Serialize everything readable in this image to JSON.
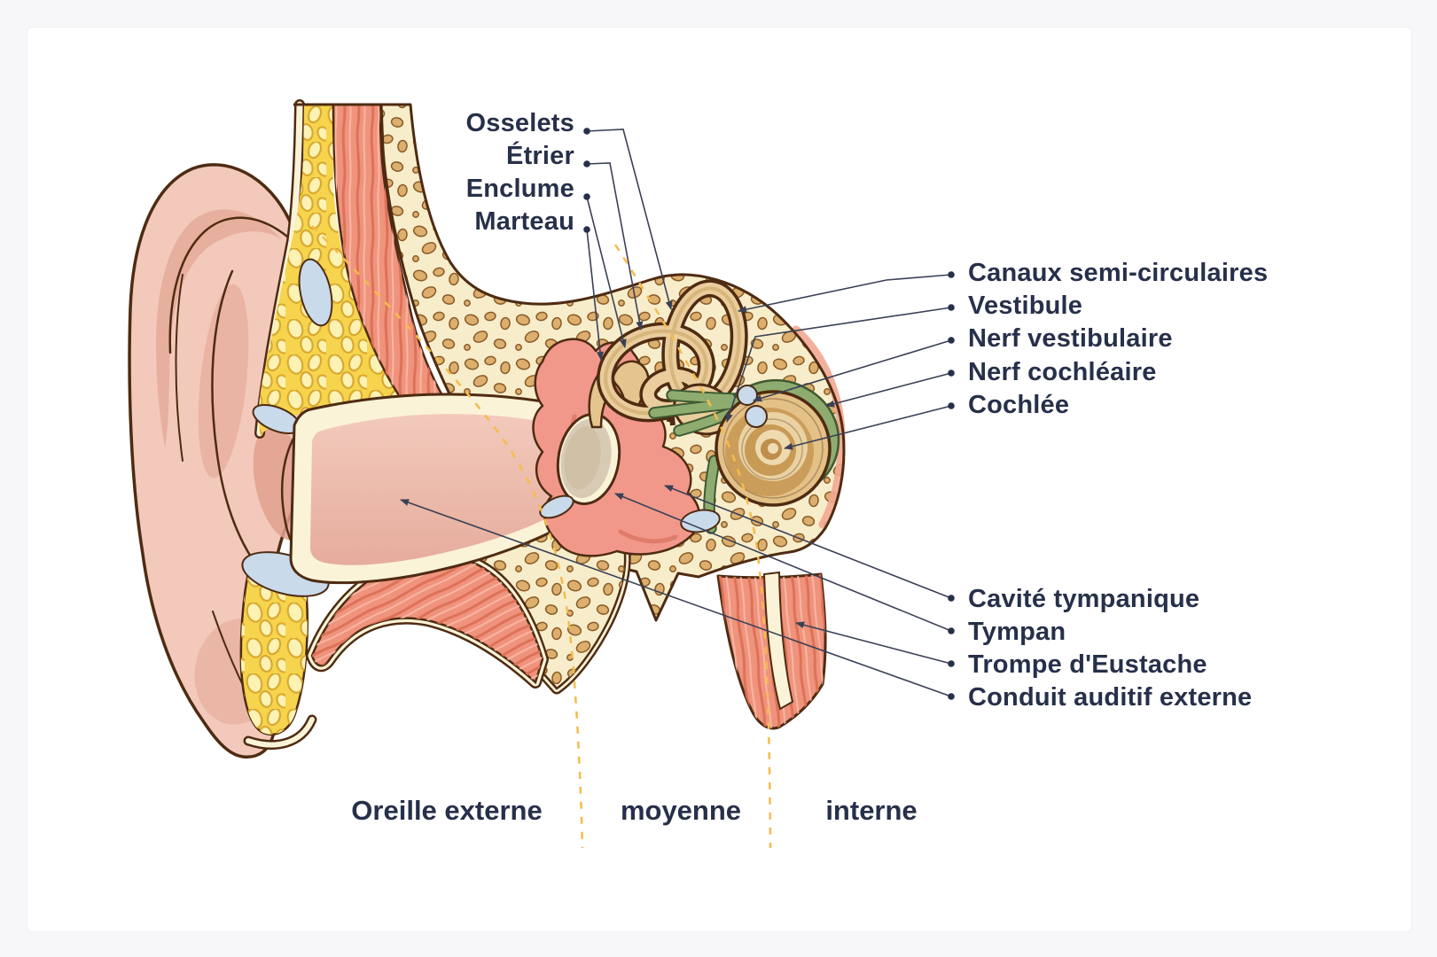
{
  "figure": {
    "labels": {
      "ossicle_group": [
        "Osselets",
        "Étrier",
        "Enclume",
        "Marteau"
      ],
      "inner_ear_group": [
        "Canaux semi-circulaires",
        "Vestibule",
        "Nerf vestibulaire",
        "Nerf cochléaire",
        "Cochlée"
      ],
      "middle_outer_group": [
        "Cavité tympanique",
        "Tympan",
        "Trompe d'Eustache",
        "Conduit auditif externe"
      ],
      "regions": [
        "Oreille externe",
        "moyenne",
        "interne"
      ]
    },
    "colors": {
      "background": "#F7F7F9",
      "card": "#FFFFFF",
      "label_text": "#27304A",
      "leader_line": "#3A4156",
      "region_divider_dash": "#F5BC4B",
      "outline": "#4E2B12",
      "skin": "#F2C9BB",
      "skin_shadow": "#E7AF9D",
      "fat": "#F6D44E",
      "fat_cell": "#FCF2B4",
      "bone": "#F7EDCB",
      "bone_speckle": "#DCAF6E",
      "muscle": "#F0937D",
      "tympanic_cavity": "#F2988A",
      "ossicle_tan": "#E5C48E",
      "nerve_green": "#8FAC70",
      "cartilage_blue": "#C9DAEB",
      "eardrum": "#D8CBB5",
      "rim_cream": "#FAF3D8"
    }
  }
}
